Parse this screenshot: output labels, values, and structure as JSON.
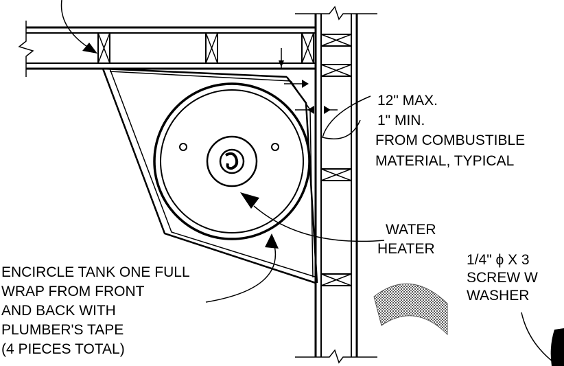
{
  "labels": {
    "clearance_max": "12\" MAX.",
    "clearance_min": "1\" MIN.",
    "from_combustible": "FROM COMBUSTIBLE",
    "material_typical": "MATERIAL, TYPICAL",
    "water": "WATER",
    "heater": "HEATER",
    "encircle_1": "ENCIRCLE TANK ONE FULL",
    "encircle_2": "WRAP FROM FRONT",
    "encircle_3": "AND BACK WITH",
    "encircle_4": "PLUMBER'S TAPE",
    "encircle_5": "(4 PIECES TOTAL)",
    "screw_1": "1/4\" ϕ X 3",
    "screw_2": "SCREW W",
    "screw_3": "WASHER"
  },
  "icons": {
    "break_symbol": "break-line-icon",
    "blocking": "x-bracing-icon",
    "arrow": "arrowhead-icon"
  }
}
